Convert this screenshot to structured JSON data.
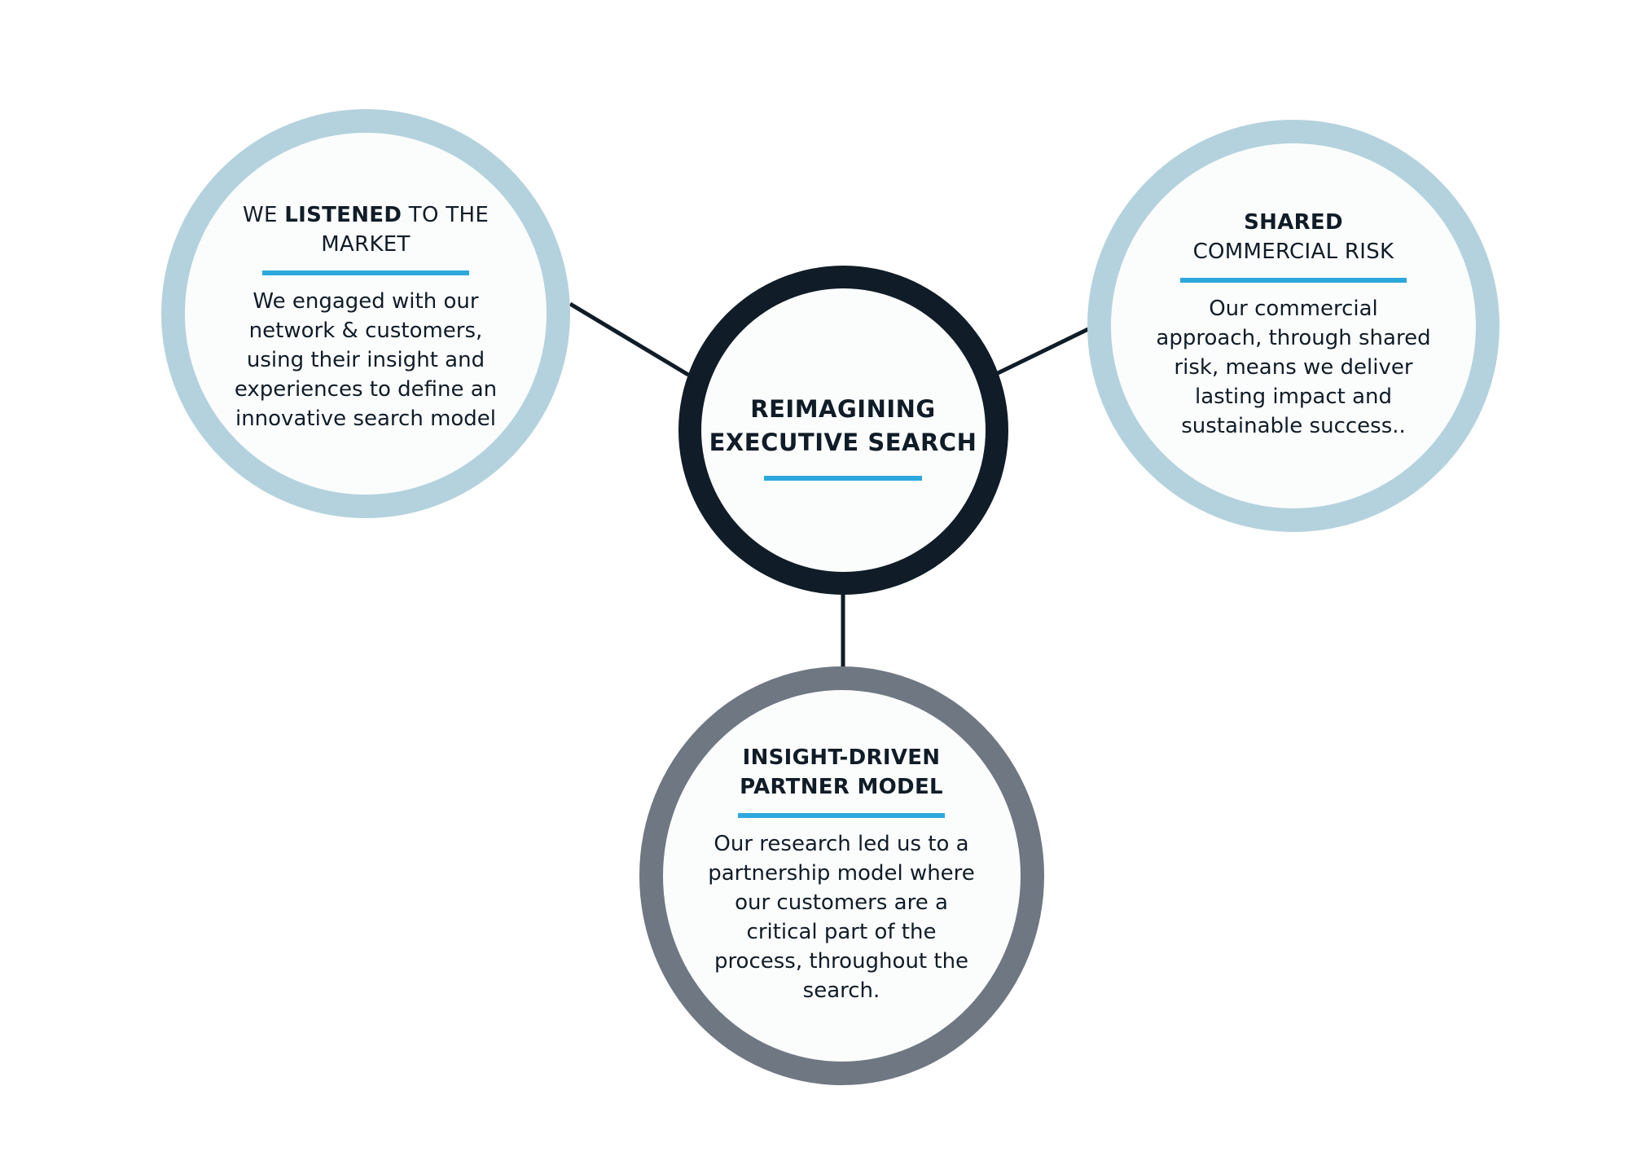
{
  "center": {
    "title_line1": "REIMAGINING",
    "title_line2": "EXECUTIVE SEARCH"
  },
  "left": {
    "title_pre": "WE ",
    "title_bold": "LISTENED",
    "title_post": " TO THE",
    "title_line2": "MARKET",
    "body": [
      "We engaged with our",
      "network & customers,",
      "using their insight and",
      "experiences to define an",
      "innovative search model"
    ]
  },
  "right": {
    "title_line1": "SHARED",
    "title_line2": "COMMERCIAL RISK",
    "body": [
      "Our commercial",
      "approach, through shared",
      "risk, means we deliver",
      "lasting impact and",
      "sustainable success.."
    ]
  },
  "bottom": {
    "title_line1": "INSIGHT-DRIVEN",
    "title_line2": "PARTNER MODEL",
    "body": [
      "Our research led us to a",
      "partnership model where",
      "our customers are a",
      "critical part of the",
      "process, throughout the",
      "search."
    ]
  },
  "colors": {
    "dark": "#101c27",
    "light_ring": "#b4d2dd",
    "grey_ring": "#6f7782",
    "accent_bar": "#2da8dc"
  }
}
